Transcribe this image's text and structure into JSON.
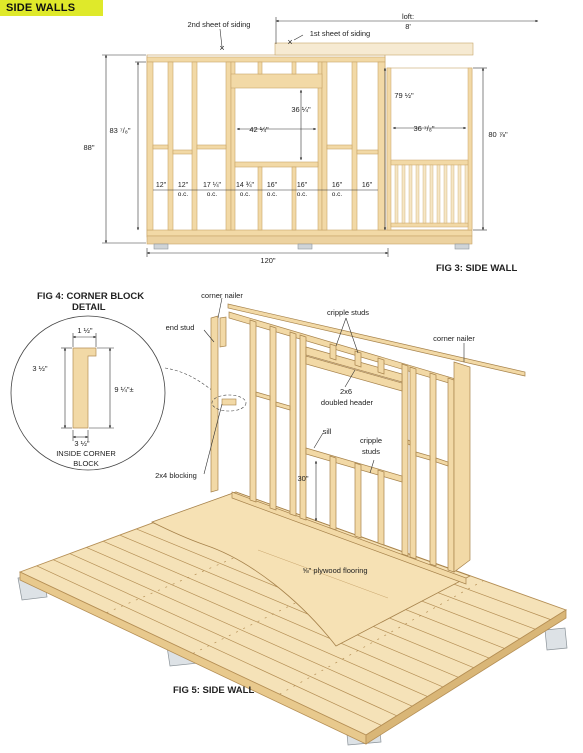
{
  "section_title": "SIDE WALLS",
  "fig3": {
    "title": "FIG 3: SIDE WALL",
    "labels": {
      "second_sheet": "2nd sheet of siding",
      "first_sheet": "1st sheet of siding",
      "loft": "loft:",
      "loft_width": "8'"
    },
    "dims": {
      "height_total": "88\"",
      "height_stud": "83 ⁷/₈\"",
      "header_height": "36 ¼\"",
      "window_width": "42 ¼\"",
      "door_height": "79 ½\"",
      "door_width": "36 ⁷/₈\"",
      "right_height": "80 ⅞\"",
      "width_total": "120\""
    },
    "spacing": [
      {
        "top": "12\"",
        "bottom": ""
      },
      {
        "top": "12\"",
        "bottom": "o.c."
      },
      {
        "top": "17 ¼\"",
        "bottom": "o.c."
      },
      {
        "top": "14 ¾\"",
        "bottom": "o.c."
      },
      {
        "top": "16\"",
        "bottom": "o.c."
      },
      {
        "top": "16\"",
        "bottom": "o.c."
      },
      {
        "top": "16\"",
        "bottom": "o.c."
      },
      {
        "top": "16\"",
        "bottom": ""
      }
    ]
  },
  "fig4": {
    "title_line1": "FIG 4: CORNER BLOCK",
    "title_line2": "DETAIL",
    "dim_top": "1 ½\"",
    "dim_left": "3 ½\"",
    "dim_right": "9 ¼\"±",
    "dim_bottom": "3 ½\"",
    "caption_line1": "INSIDE CORNER",
    "caption_line2": "BLOCK"
  },
  "fig5": {
    "title": "FIG 5: SIDE WALL",
    "labels": {
      "corner_nailer_left": "corner nailer",
      "end_stud": "end stud",
      "cripple_studs_top": "cripple studs",
      "corner_nailer_right": "corner nailer",
      "doubled_header_1": "2x6",
      "doubled_header_2": "doubled header",
      "sill": "sill",
      "cripple_studs_mid_1": "cripple",
      "cripple_studs_mid_2": "studs",
      "height_30": "30\"",
      "blocking": "2x4 blocking",
      "plywood": "⅝\" plywood flooring"
    }
  },
  "colors": {
    "header_bg": "#dfe92a",
    "wood": "#f2d9a6",
    "wood_dark": "#c9a56a",
    "concrete": "#d9dde0"
  }
}
